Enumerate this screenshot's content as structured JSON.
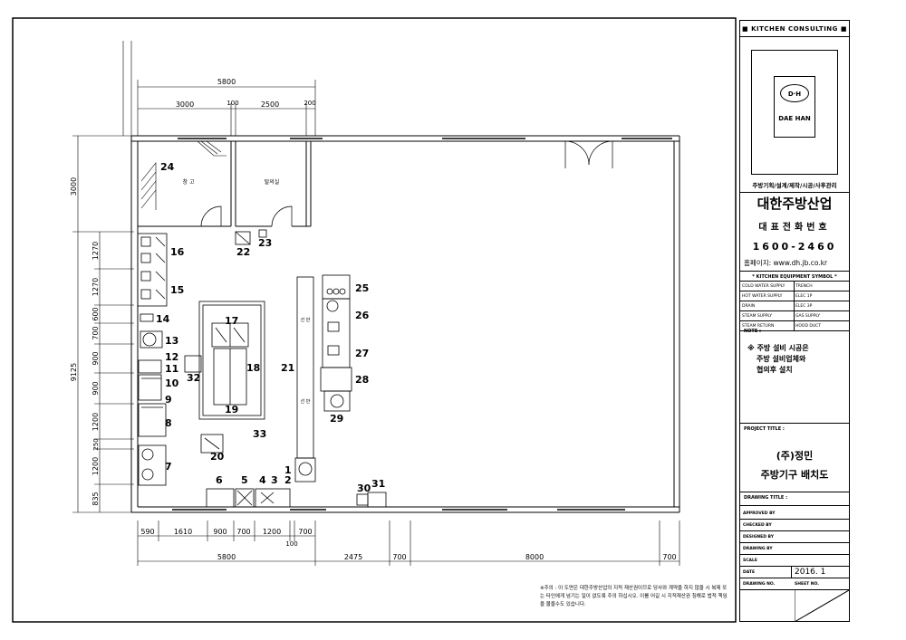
{
  "title_block": {
    "header": "■ KITCHEN CONSULTING ■",
    "logo_mark": "D·H",
    "logo_name": "DAE HAN",
    "services": "주방기획/설계/제작/시공/사후관리",
    "company": "대한주방산업",
    "phone_label": "대표전화번호",
    "phone": "1600-2460",
    "website": "홈페이지: www.dh.jb.co.kr",
    "symbol_header": "* KITCHEN EQUIPMENT SYMBOL *",
    "symbols": [
      [
        "COLD WATER SUPPLY",
        "TRENCH"
      ],
      [
        "HOT WATER SUPPLY",
        "ELEC 1P"
      ],
      [
        "DRAIN",
        "ELEC 3P"
      ],
      [
        "STEAM SUPPLY",
        "GAS SUPPLY"
      ],
      [
        "STEAM RETURN",
        "HOOD DUCT"
      ]
    ],
    "note_label": "NOTE :",
    "note_lines": [
      "※ 주방 설비 시공은",
      "주방 설비업체와",
      "협의후 설치"
    ],
    "project_title_label": "PROJECT TITLE :",
    "client": "(주)정민",
    "project_title": "주방기구 배치도",
    "drawing_title_label": "DRAWING TITLE :",
    "fields": [
      {
        "label": "APPROVED BY",
        "value": ""
      },
      {
        "label": "CHECKED BY",
        "value": ""
      },
      {
        "label": "DESIGNED BY",
        "value": ""
      },
      {
        "label": "DRAWING BY",
        "value": ""
      },
      {
        "label": "SCALE",
        "value": ""
      },
      {
        "label": "DATE",
        "value": "2016. 1"
      },
      {
        "label": "DRAWING NO.",
        "value": "SHEET NO."
      }
    ]
  },
  "disclaimer": "※주의 : 이 도면은 대한주방산업의 지적 재산권이므로 당사와 계약을 하지 않을 시 복제 또는 타인에게 넘기는 일이 없도록 주의 하십시오. 이를 어길 시 지적재산권 침해로 법적 책임을 물을수도 있습니다.",
  "dimensions_top": {
    "overall": "5800",
    "parts": [
      "3000",
      "100",
      "2500",
      "200"
    ]
  },
  "dimensions_left": {
    "upper": "3000",
    "overall": "9125",
    "parts": [
      "1270",
      "1270",
      "600",
      "700",
      "900",
      "900",
      "1200",
      "250",
      "1200",
      "835"
    ]
  },
  "dimensions_bottom": {
    "parts": [
      "590",
      "1610",
      "900",
      "700",
      "1200",
      "700"
    ],
    "small": "100",
    "overall": [
      "5800",
      "2475",
      "700",
      "8000",
      "700"
    ]
  },
  "rooms": {
    "storage": "창 고",
    "office": "탈의실"
  },
  "labels": {
    "1": "1",
    "2": "2",
    "3": "3",
    "4": "4",
    "5": "5",
    "6": "6",
    "7": "7",
    "8": "8",
    "9": "9",
    "10": "10",
    "11": "11",
    "12": "12",
    "13": "13",
    "14": "14",
    "15": "15",
    "16": "16",
    "17": "17",
    "18": "18",
    "19": "19",
    "20": "20",
    "21": "21",
    "22": "22",
    "23": "23",
    "24": "24",
    "25": "25",
    "26": "26",
    "27": "27",
    "28": "28",
    "29": "29",
    "30": "30",
    "31": "31",
    "32": "32",
    "33": "33"
  },
  "shelf_text": [
    "선 반",
    "선 반"
  ]
}
